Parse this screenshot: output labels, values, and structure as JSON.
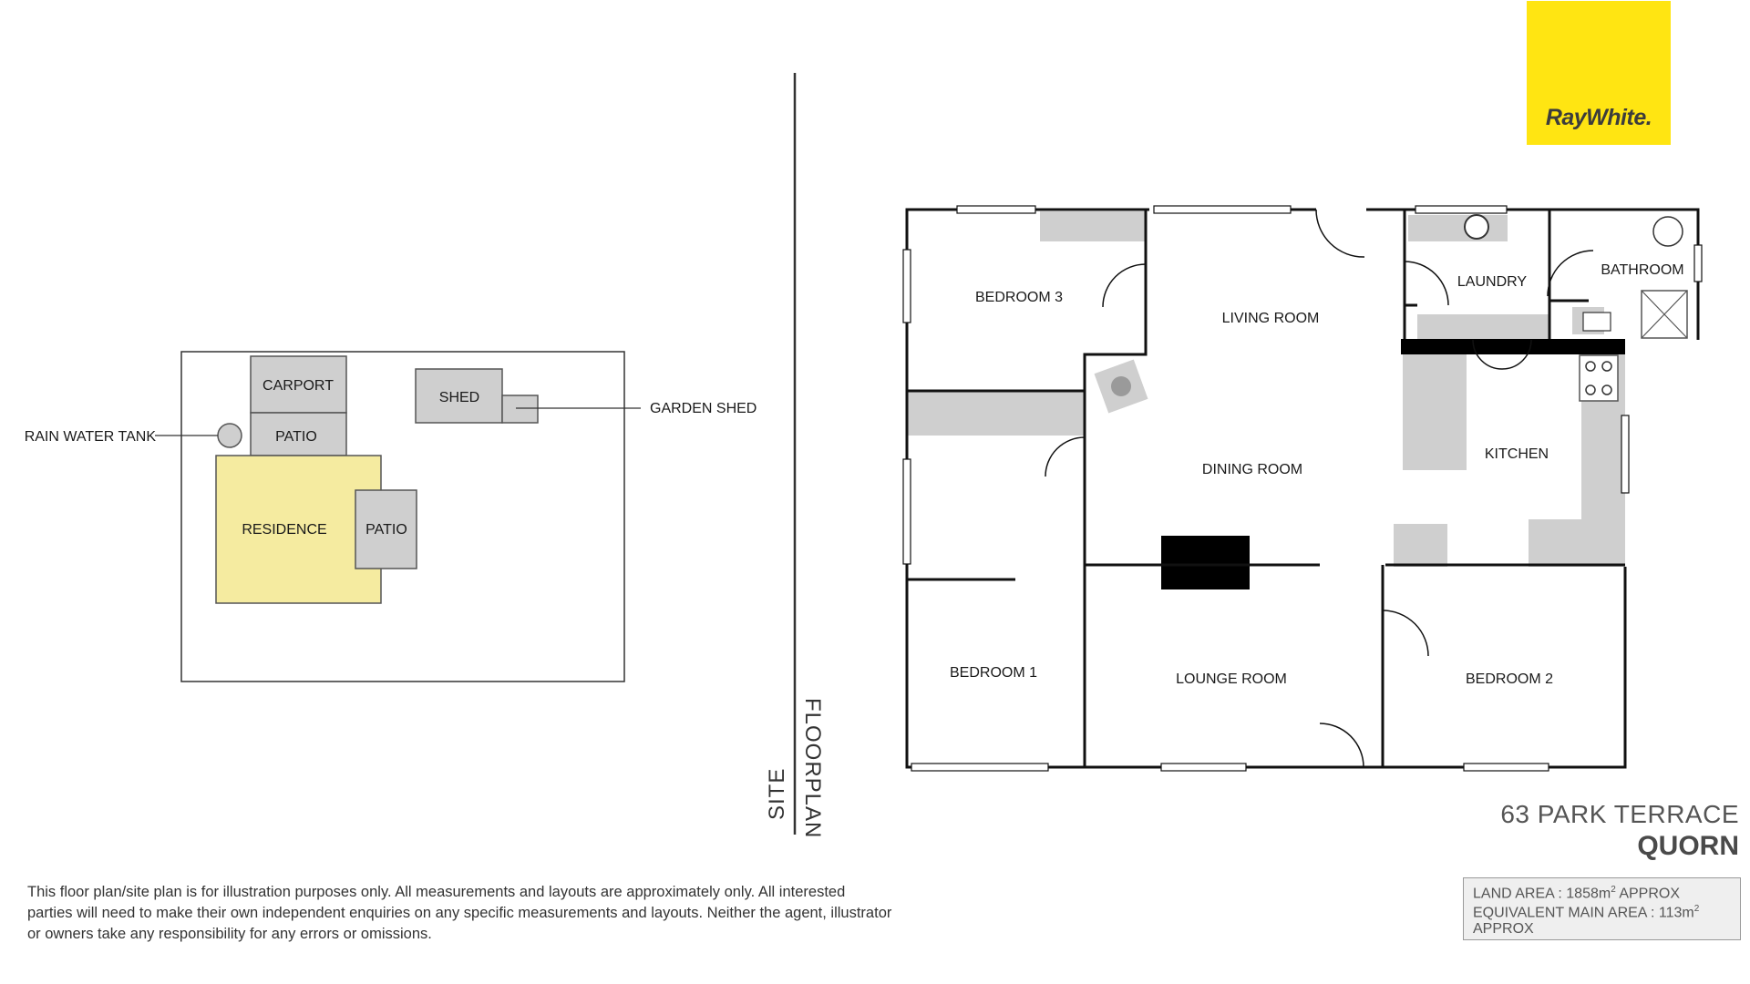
{
  "brand": {
    "logo_text": "RayWhite.",
    "logo_color": "#ffe512"
  },
  "property": {
    "street": "63 PARK TERRACE",
    "town": "QUORN",
    "area_lines": {
      "land_prefix": "LAND AREA : 1858m",
      "land_suffix": " APPROX",
      "main_prefix": "EQUIVALENT MAIN AREA : 113m",
      "main_suffix": "",
      "main_approx": "APPROX",
      "sup": "2"
    }
  },
  "site_plan": {
    "carport": "CARPORT",
    "patio_top": "PATIO",
    "residence": "RESIDENCE",
    "patio_side": "PATIO",
    "shed": "SHED",
    "rain_water_tank": "RAIN WATER TANK",
    "garden_shed": "GARDEN SHED",
    "residence_color": "#f5eba0"
  },
  "section_labels": {
    "site": "SITE",
    "floorplan": "FLOORPLAN"
  },
  "rooms": {
    "bedroom3": "BEDROOM 3",
    "living_room": "LIVING ROOM",
    "laundry": "LAUNDRY",
    "bathroom": "BATHROOM",
    "dining_room": "DINING ROOM",
    "kitchen": "KITCHEN",
    "bedroom1": "BEDROOM 1",
    "lounge_room": "LOUNGE ROOM",
    "bedroom2": "BEDROOM 2"
  },
  "disclaimer": "This floor plan/site plan is for illustration purposes only. All measurements and layouts are approximately only. All interested parties will need to make their own independent enquiries on any specific measurements and layouts. Neither the agent, illustrator or owners take any responsibility for any errors or omissions."
}
